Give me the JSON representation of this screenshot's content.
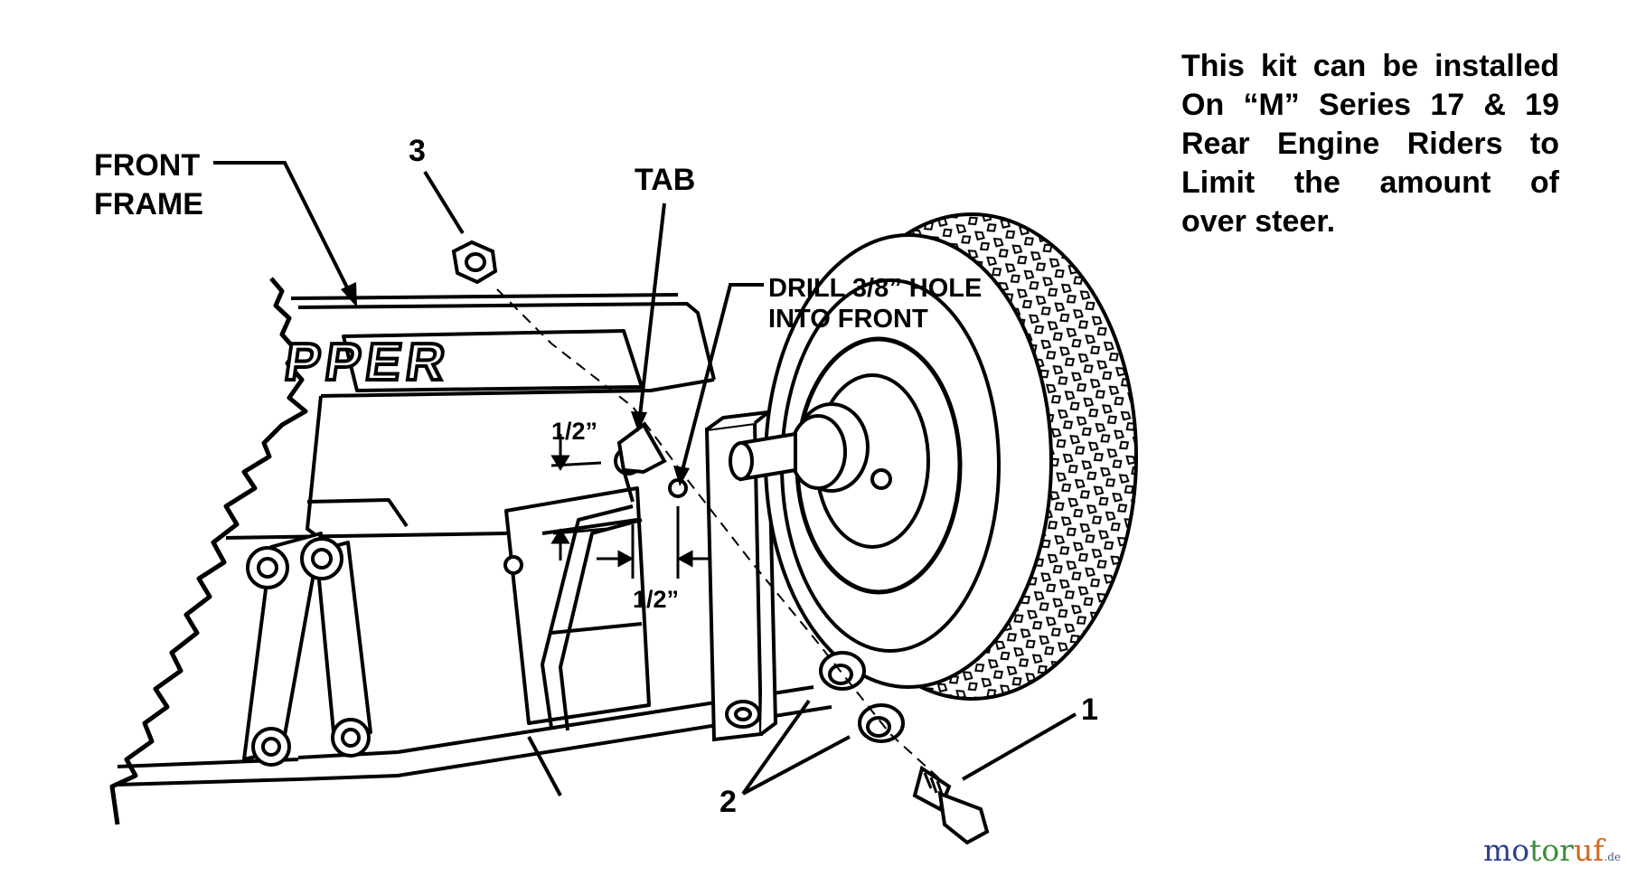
{
  "labels": {
    "front_frame_line1": "FRONT",
    "front_frame_line2": "FRAME",
    "callout_3": "3",
    "tab": "TAB",
    "drill_line1": "DRILL 3/8” HOLE",
    "drill_line2": "INTO FRONT",
    "dim_upper": "1/2”",
    "dim_lower": "1/2”",
    "callout_1": "1",
    "callout_2": "2",
    "frame_lettering": "PPER"
  },
  "note": {
    "lines": [
      "This kit can be installed",
      "On “M” Series 17 & 19",
      "Rear Engine Riders to",
      "Limit the amount of",
      "over steer."
    ]
  },
  "watermark": {
    "main": "motoruf",
    "suffix": ".de",
    "colors": [
      "#2e3f8f",
      "#3c8d3c",
      "#d2691e",
      "#8b1a1a"
    ]
  }
}
